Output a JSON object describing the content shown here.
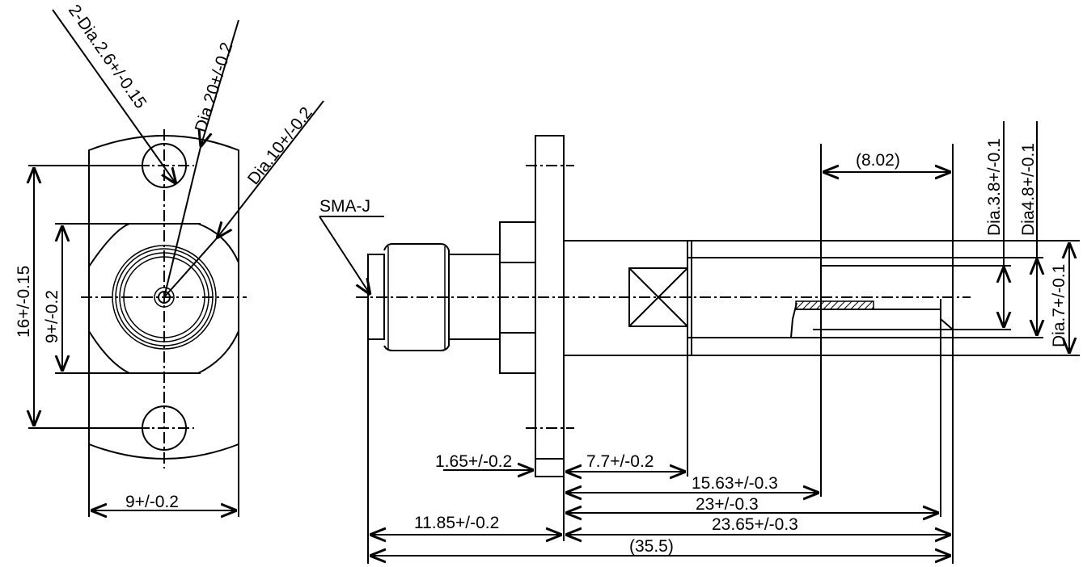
{
  "drawing": {
    "front_view": {
      "labels": {
        "mount_holes": "2-Dia.2.6+/-0.15",
        "flange_dia": "Dia.20+/-0.2",
        "body_dia": "Dia.10+/-0.2",
        "hole_spacing": "16+/-0.15",
        "flat_height": "9+/-0.2",
        "width": "9+/-0.2"
      }
    },
    "side_view": {
      "labels": {
        "connector": "SMA-J",
        "tube_length": "(8.02)",
        "inner_dia": "Dia.3.8+/-0.1",
        "mid_dia": "Dia4.8+/-0.1",
        "outer_dia": "Dia.7+/-0.1",
        "flange_thk": "1.65+/-0.2",
        "body_len": "7.7+/-0.2",
        "len_1563": "15.63+/-0.3",
        "len_23": "23+/-0.3",
        "len_1185": "11.85+/-0.2",
        "len_2365": "23.65+/-0.3",
        "overall": "(35.5)"
      }
    },
    "colors": {
      "line": "#000000",
      "background": "#ffffff"
    }
  }
}
